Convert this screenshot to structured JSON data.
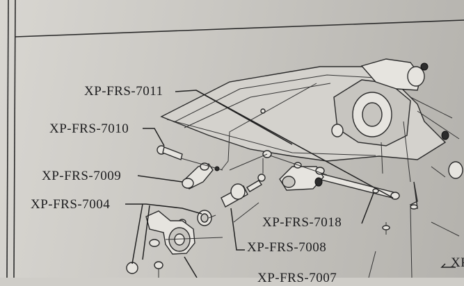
{
  "diagram": {
    "labels": [
      {
        "id": "7011",
        "text": "XP-FRS-7011"
      },
      {
        "id": "7010",
        "text": "XP-FRS-7010"
      },
      {
        "id": "7009",
        "text": "XP-FRS-7009"
      },
      {
        "id": "7004",
        "text": "XP-FRS-7004"
      },
      {
        "id": "7018",
        "text": "XP-FRS-7018"
      },
      {
        "id": "7008",
        "text": "XP-FRS-7008"
      },
      {
        "id": "7007",
        "text": "XP-FRS-7007"
      },
      {
        "id": "right",
        "text": "XP"
      }
    ]
  }
}
